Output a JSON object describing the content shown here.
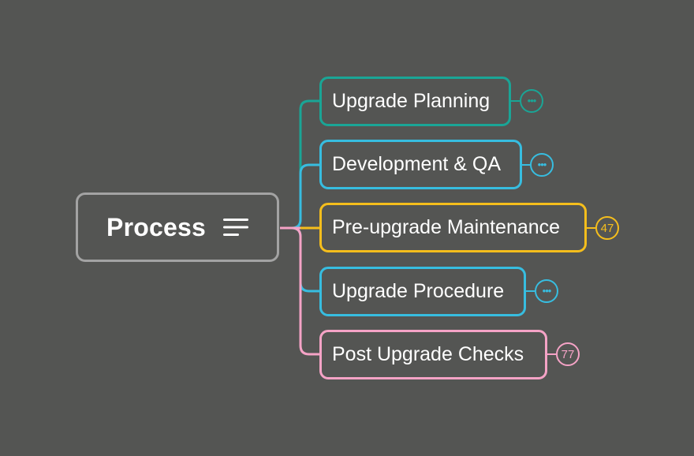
{
  "colors": {
    "background": "#545553",
    "root_border": "#a3a3a3",
    "text": "#ffffff"
  },
  "root": {
    "label": "Process",
    "icon": "notes-lines-icon"
  },
  "topics": [
    {
      "label": "Upgrade Planning",
      "color": "#1aa596",
      "badge": "more",
      "badge_icon": "more-dots-icon"
    },
    {
      "label": "Development & QA",
      "color": "#37bde0",
      "badge": "more",
      "badge_icon": "more-dots-icon"
    },
    {
      "label": "Pre-upgrade Maintenance",
      "color": "#f5be1c",
      "badge": "47"
    },
    {
      "label": "Upgrade Procedure",
      "color": "#37bde0",
      "badge": "more",
      "badge_icon": "more-dots-icon"
    },
    {
      "label": "Post Upgrade Checks",
      "color": "#f5a3c6",
      "badge": "77"
    }
  ]
}
